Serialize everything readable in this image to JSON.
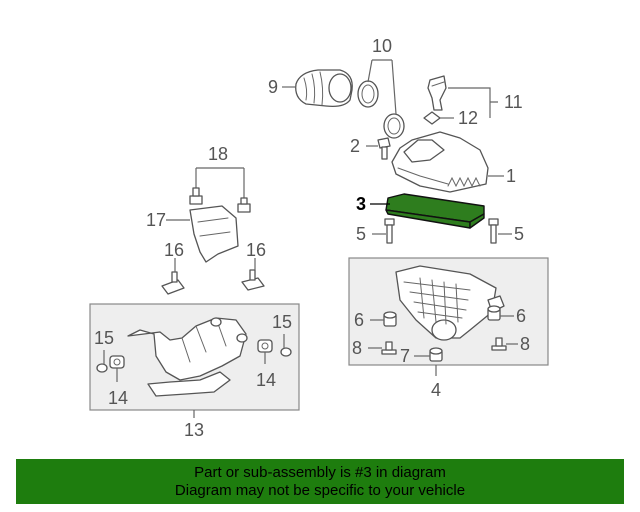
{
  "callouts": {
    "c1": "1",
    "c2": "2",
    "c3": "3",
    "c4": "4",
    "c5a": "5",
    "c5b": "5",
    "c6a": "6",
    "c6b": "6",
    "c7": "7",
    "c8a": "8",
    "c8b": "8",
    "c9": "9",
    "c10": "10",
    "c11": "11",
    "c12": "12",
    "c13": "13",
    "c14a": "14",
    "c14b": "14",
    "c15a": "15",
    "c15b": "15",
    "c16a": "16",
    "c16b": "16",
    "c17": "17",
    "c18": "18"
  },
  "highlighted_part": "3",
  "banner": {
    "line1": "Part or sub-assembly is #3 in diagram",
    "line2": "Diagram may not be specific to your vehicle",
    "background_color": "#1e7d0e"
  },
  "colors": {
    "highlight_fill": "#2e7d1e",
    "box_fill": "#eeeeee"
  }
}
